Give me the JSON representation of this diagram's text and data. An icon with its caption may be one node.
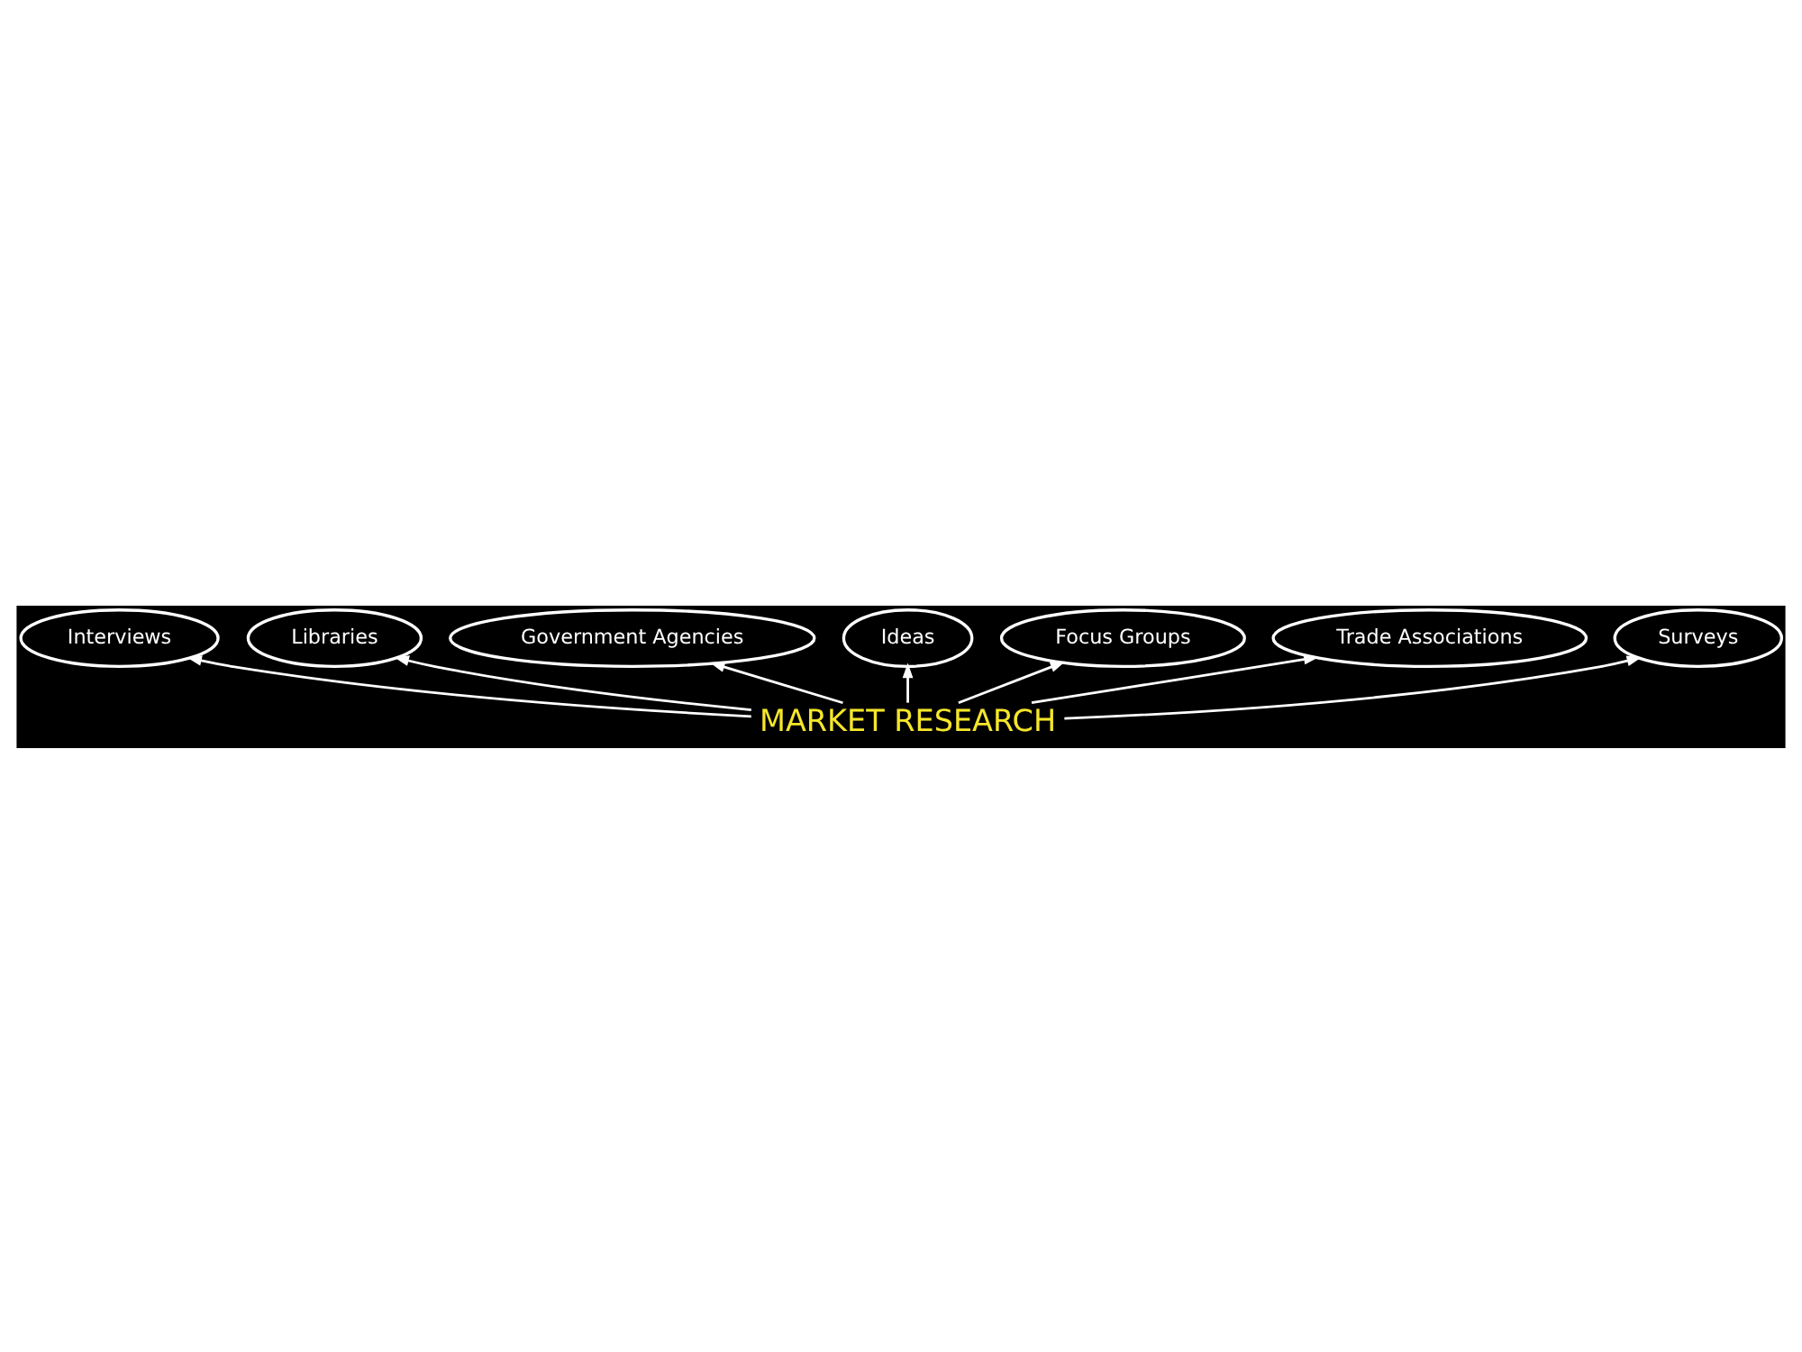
{
  "diagram": {
    "nodes": [
      {
        "text": [
          "Interviews"
        ]
      },
      {
        "text": [
          "Libraries"
        ]
      },
      {
        "text": [
          "Government Agencies"
        ]
      },
      {
        "text": [
          "Ideas"
        ]
      },
      {
        "text": [
          "Focus Groups"
        ]
      },
      {
        "text": [
          "Trade Associations"
        ]
      },
      {
        "text": [
          "Surveys"
        ]
      },
      {
        "text": [
          "MARKET RESEARCH"
        ]
      }
    ],
    "edges": [
      {
        "from": 7,
        "to": 6,
        "arrow": "to"
      },
      {
        "from": 7,
        "to": 4,
        "arrow": "to"
      },
      {
        "from": 7,
        "to": 0,
        "arrow": "to"
      },
      {
        "from": 7,
        "to": 1,
        "arrow": "to"
      },
      {
        "from": 7,
        "to": 2,
        "arrow": "to"
      },
      {
        "from": 7,
        "to": 3,
        "arrow": "to"
      },
      {
        "from": 7,
        "to": 5,
        "arrow": "to"
      }
    ]
  }
}
